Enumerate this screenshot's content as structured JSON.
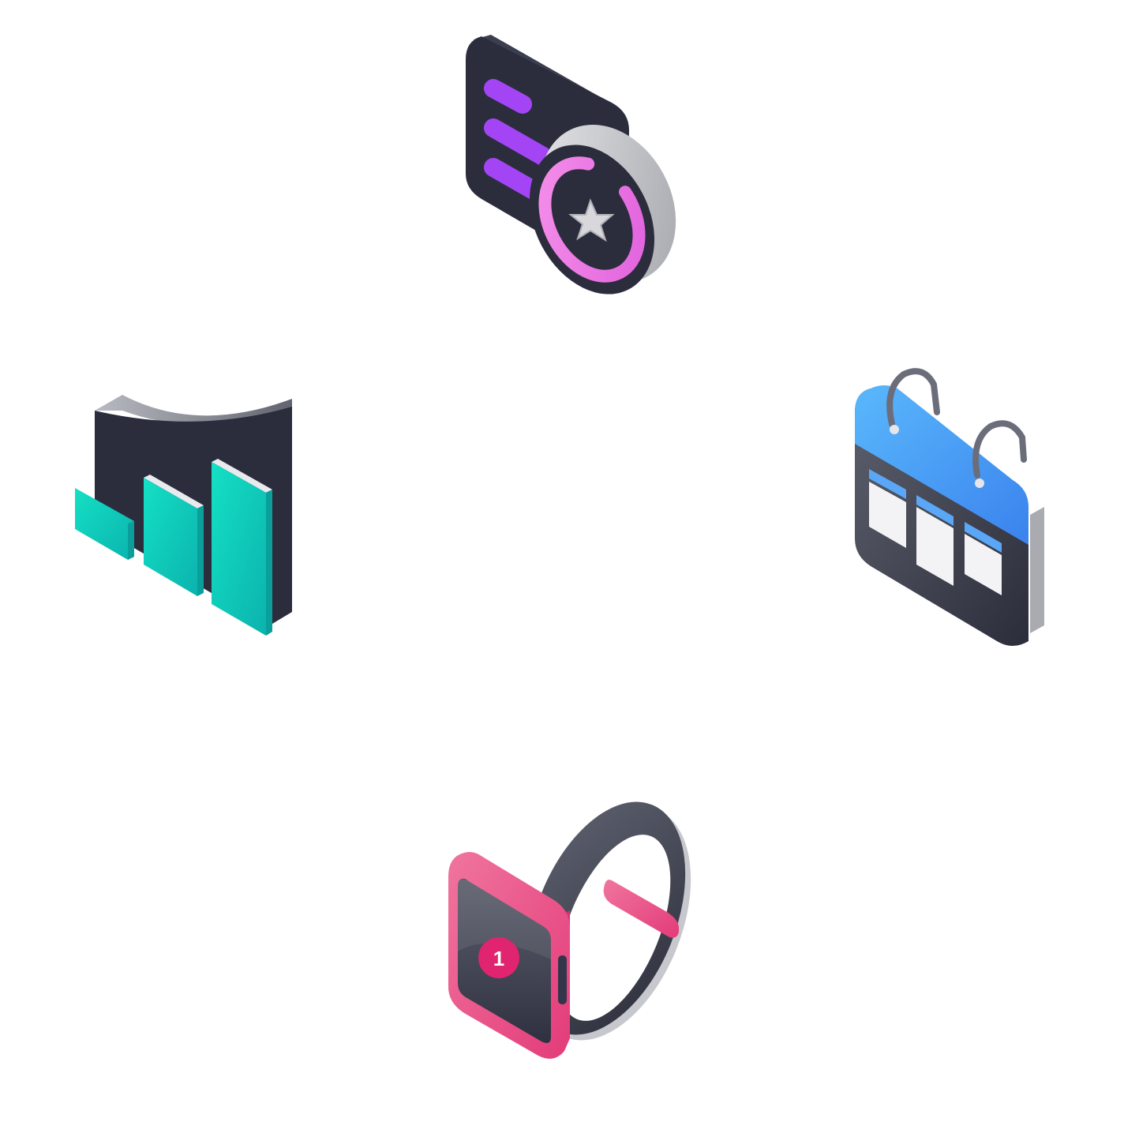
{
  "icons": {
    "badge": {
      "name": "award-badge-document"
    },
    "chart": {
      "name": "bar-chart"
    },
    "calendar": {
      "name": "calendar"
    },
    "watch": {
      "name": "smartwatch",
      "notification_count": "1"
    }
  },
  "colors": {
    "dark": "#2b2d3d",
    "purple": "#a345f5",
    "pink": "#f07de8",
    "teal": "#12d6bf",
    "blue": "#5aa7f7",
    "watch_pink": "#ea4f86"
  }
}
